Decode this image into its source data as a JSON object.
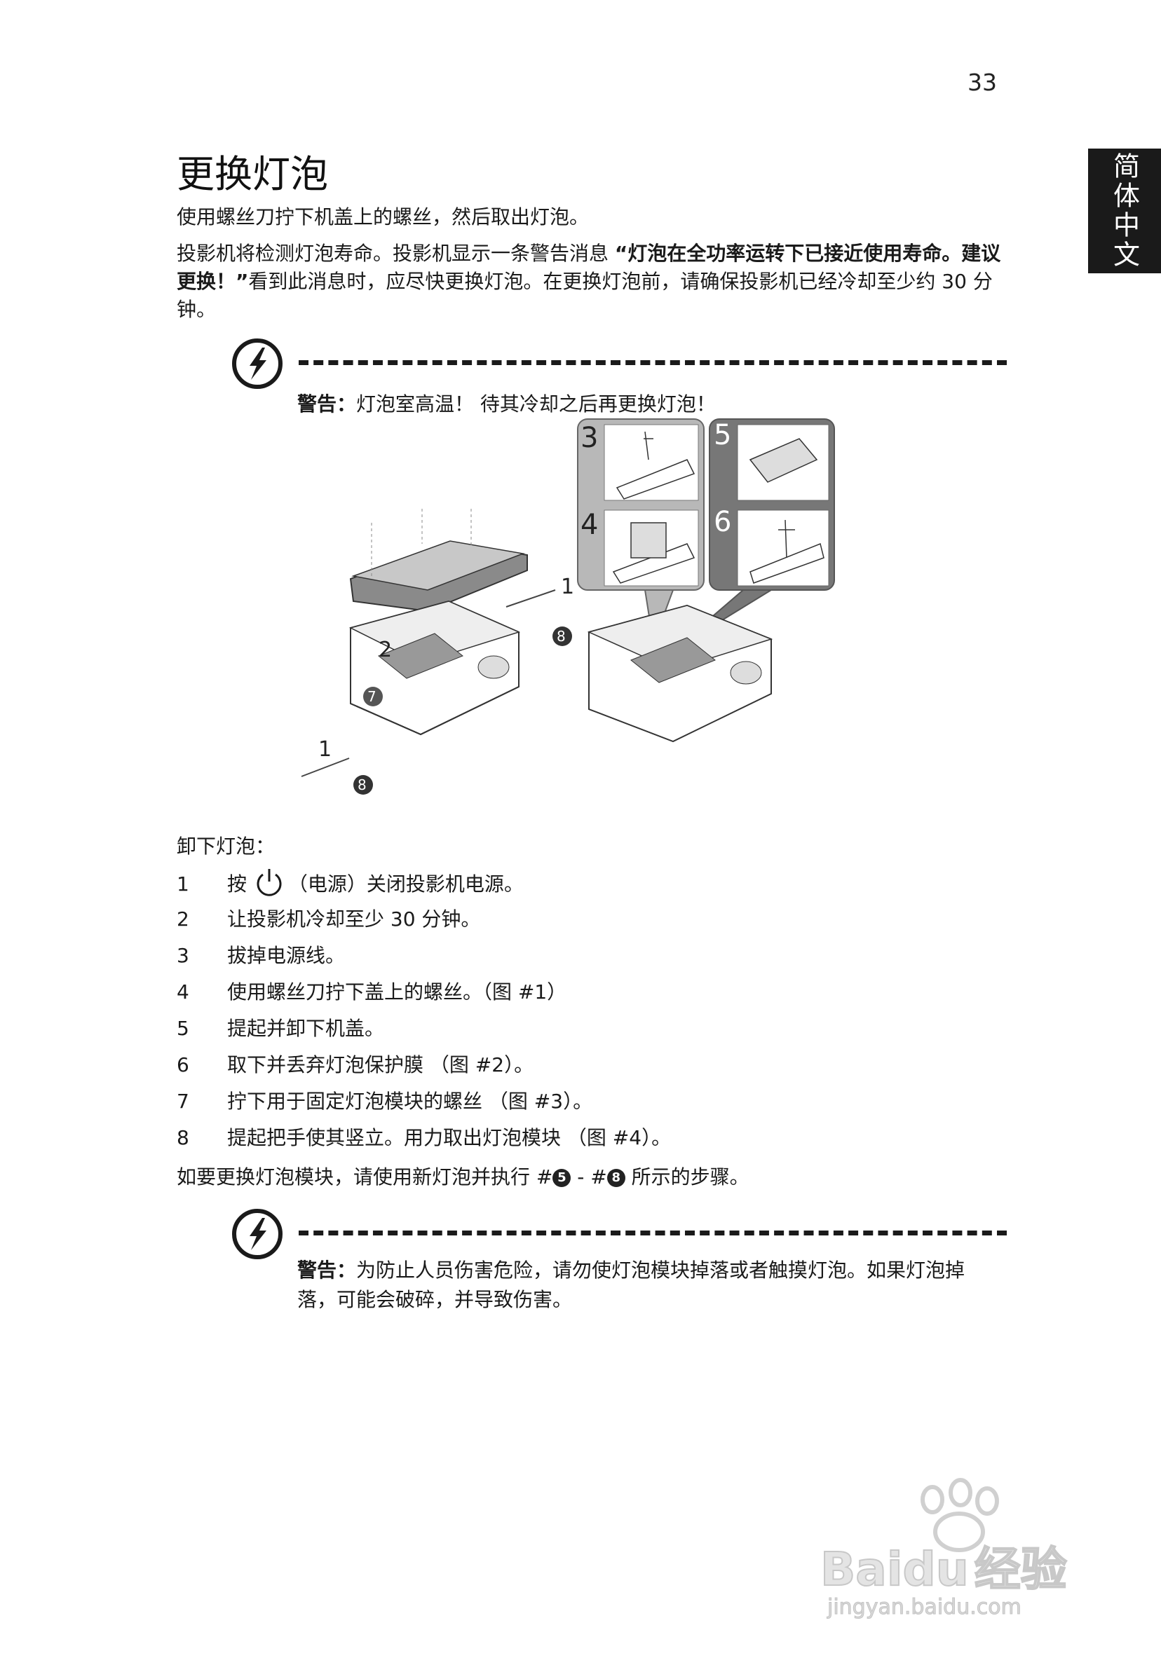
{
  "page_number": "33",
  "side_tab": "简体中文",
  "title": "更换灯泡",
  "intro": "使用螺丝刀拧下机盖上的螺丝，然后取出灯泡。",
  "detect": {
    "part1": "投影机将检测灯泡寿命。投影机显示一条警告消息 ",
    "bold": "“灯泡在全功率运转下已接近使用寿命。建议更换！”",
    "part2": "看到此消息时，应尽快更换灯泡。在更换灯泡前，请确保投影机已经冷却至少约 30 分钟。"
  },
  "warning1": {
    "label": "警告：",
    "text": "灯泡室高温！ 待其冷却之后再更换灯泡！"
  },
  "figure": {
    "labels": [
      "3",
      "5",
      "4",
      "6",
      "1",
      "8",
      "2",
      "7",
      "1",
      "8"
    ]
  },
  "remove_title": "卸下灯泡：",
  "steps": [
    {
      "num": "1",
      "pre": "按",
      "text": "（电源）关闭投影机电源。"
    },
    {
      "num": "2",
      "text": "让投影机冷却至少 30 分钟。"
    },
    {
      "num": "3",
      "text": "拔掉电源线。"
    },
    {
      "num": "4",
      "text": "使用螺丝刀拧下盖上的螺丝。（图 #1）"
    },
    {
      "num": "5",
      "text": "提起并卸下机盖。"
    },
    {
      "num": "6",
      "text": "取下并丢弃灯泡保护膜 （图 #2）。"
    },
    {
      "num": "7",
      "text": "拧下用于固定灯泡模块的螺丝 （图 #3）。"
    },
    {
      "num": "8",
      "text": "提起把手使其竖立。用力取出灯泡模块 （图 #4）。"
    }
  ],
  "replace": {
    "pre": "如要更换灯泡模块，请使用新灯泡并执行 #",
    "c1": "5",
    "mid": " - #",
    "c2": "8",
    "post": " 所示的步骤。"
  },
  "warning2": {
    "label": "警告：",
    "text": "为防止人员伤害危险，请勿使灯泡模块掉落或者触摸灯泡。如果灯泡掉落，可能会破碎，并导致伤害。"
  },
  "watermark": {
    "brand": "Bai",
    "brand2": "du",
    "cn": "经验",
    "url": "jingyan.baidu.com"
  }
}
